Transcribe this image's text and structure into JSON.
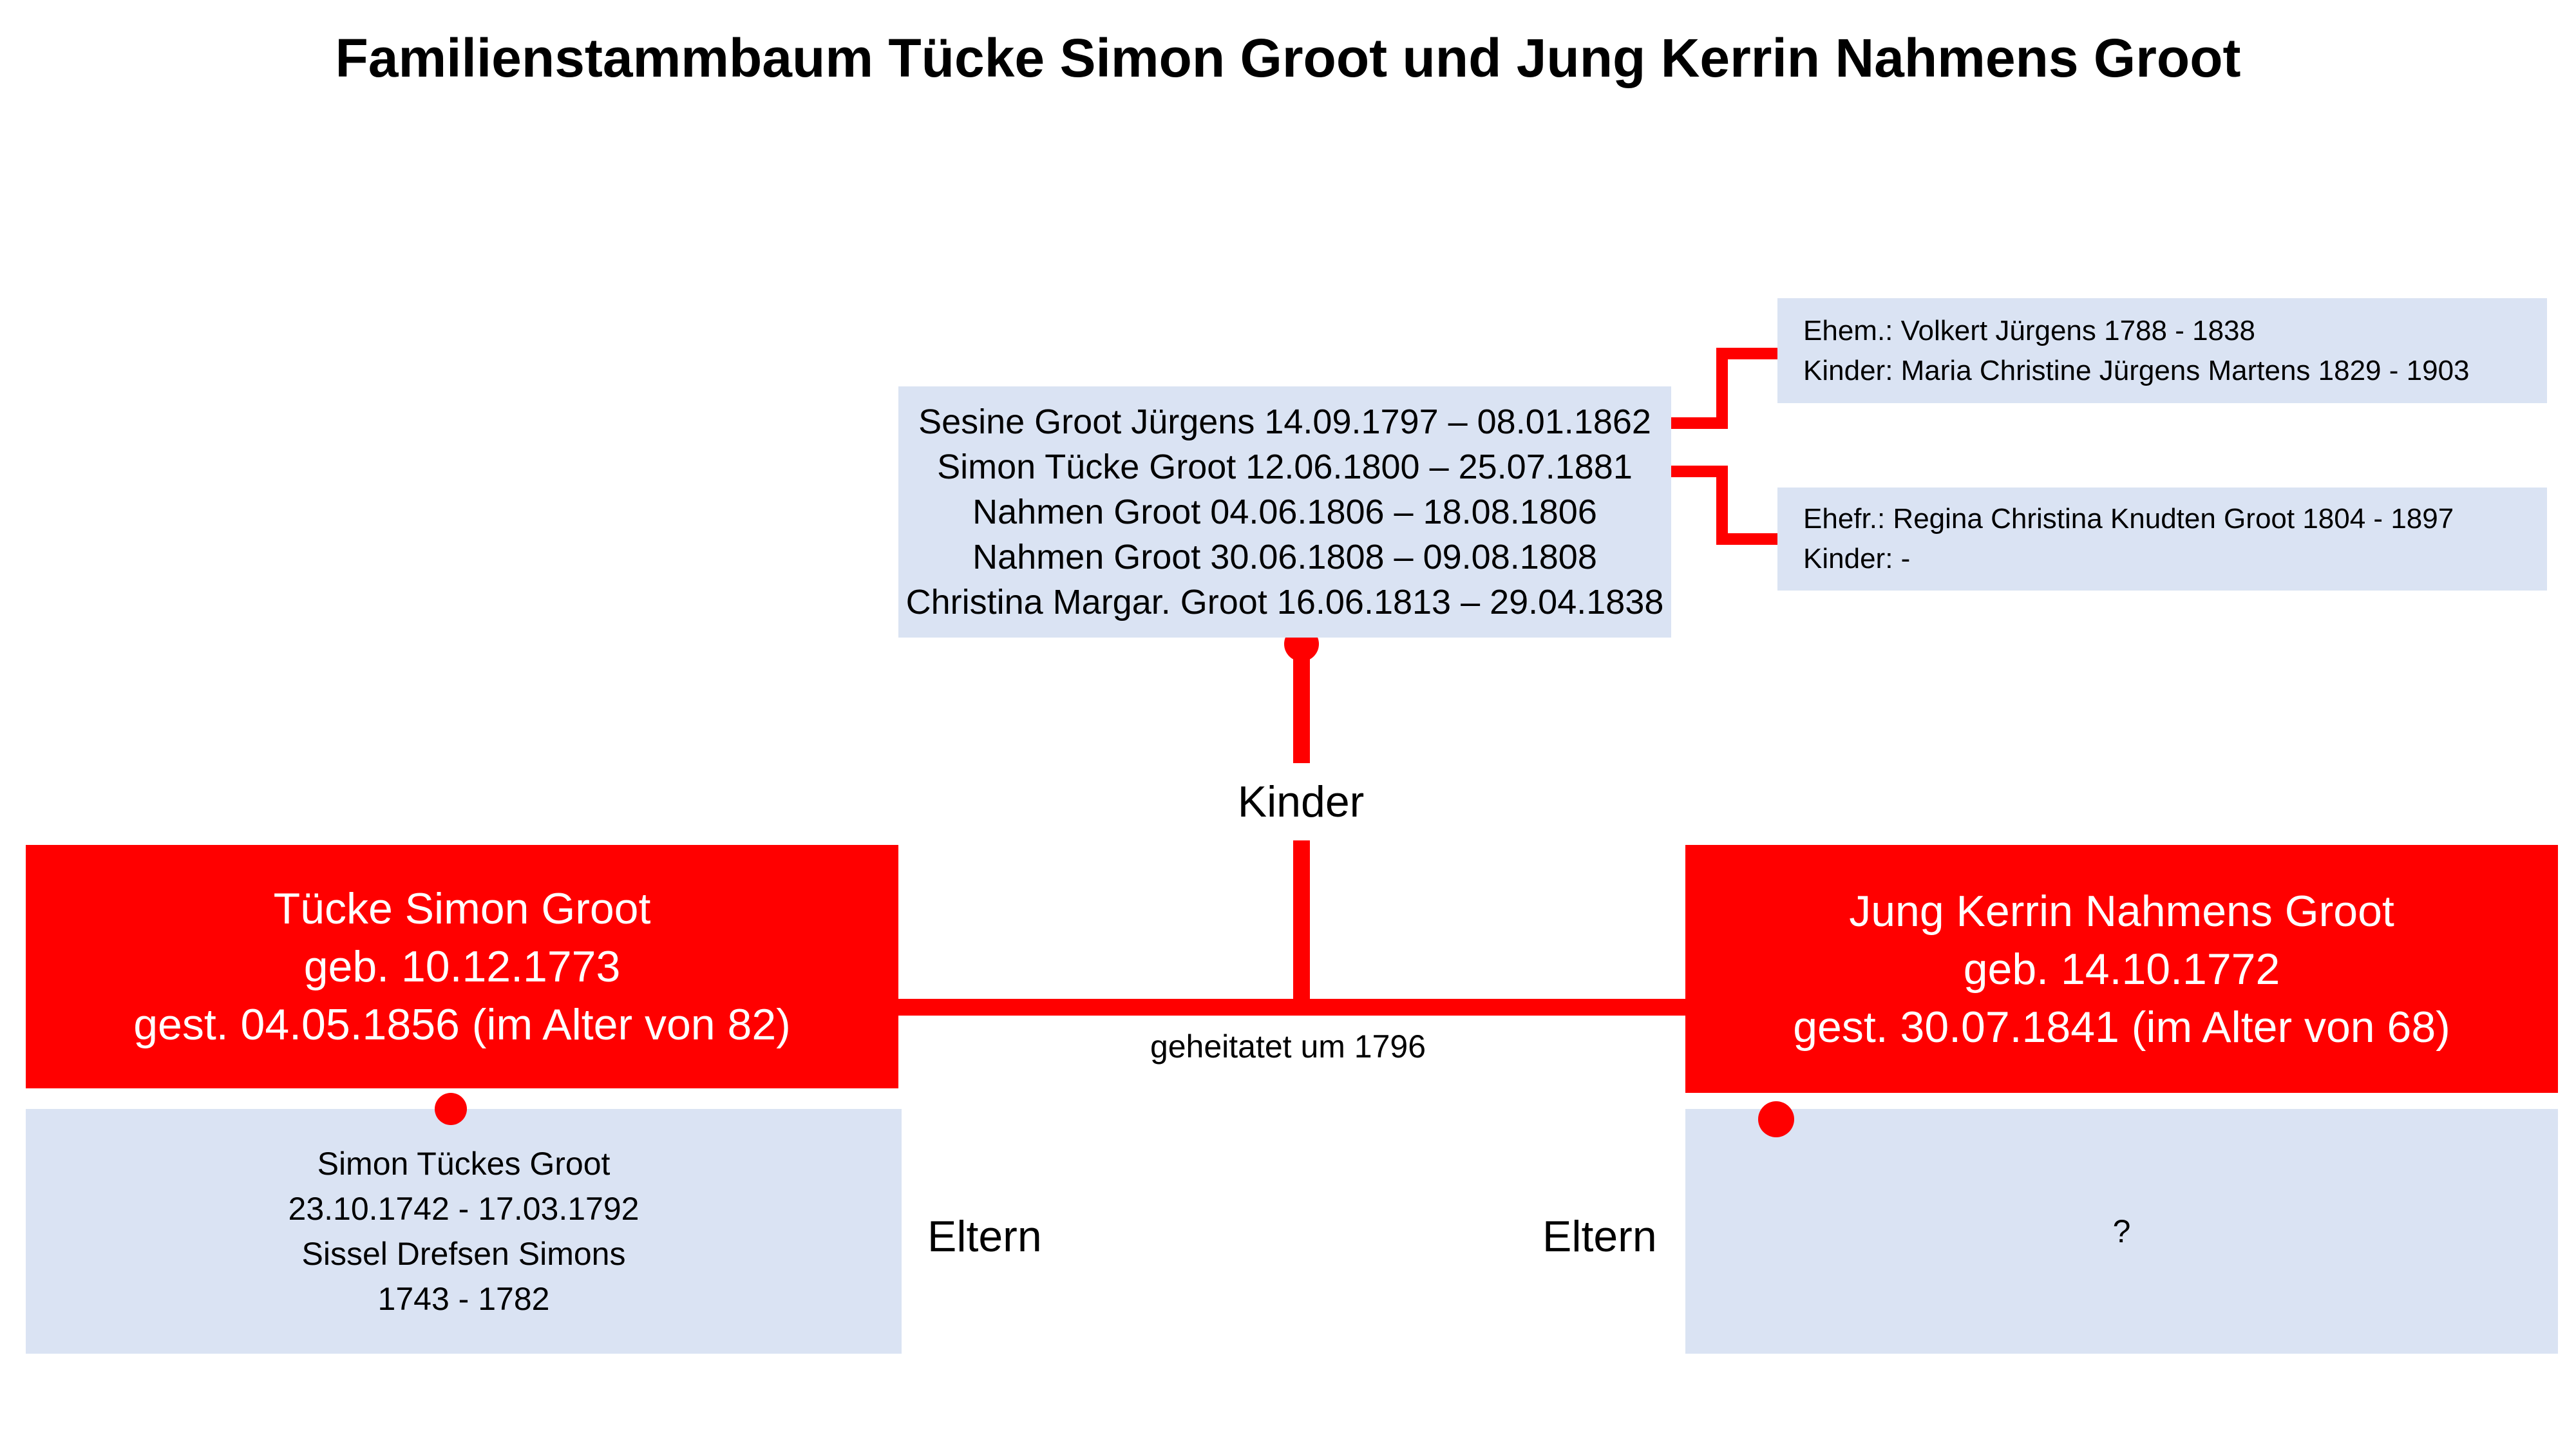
{
  "title": "Familienstammbaum Tücke Simon Groot und Jung Kerrin Nahmens Groot",
  "colors": {
    "line": "#ff0000",
    "person_box": "#ff0000",
    "info_box": "#dae3f3"
  },
  "husband": {
    "name": "Tücke Simon Groot",
    "born": "geb. 10.12.1773",
    "died": "gest. 04.05.1856 (im Alter von 82)"
  },
  "wife": {
    "name": "Jung Kerrin Nahmens Groot",
    "born": "geb. 14.10.1772",
    "died": "gest. 30.07.1841 (im Alter von 68)"
  },
  "marriage_label": "geheitatet um 1796",
  "children_label": "Kinder",
  "children": [
    "Sesine Groot Jürgens 14.09.1797 – 08.01.1862",
    "Simon Tücke Groot 12.06.1800 – 25.07.1881",
    "Nahmen Groot 04.06.1806 – 18.08.1806",
    "Nahmen Groot 30.06.1808 – 09.08.1808",
    "Christina Margar. Groot 16.06.1813 – 29.04.1838"
  ],
  "spouse_info": [
    {
      "spouse": "Ehem.: Volkert Jürgens 1788 - 1838",
      "children": "Kinder: Maria Christine Jürgens Martens 1829 - 1903"
    },
    {
      "spouse": "Ehefr.: Regina Christina Knudten Groot 1804 - 1897",
      "children": "Kinder: -"
    }
  ],
  "husband_parents": {
    "label": "Eltern",
    "lines": [
      "Simon Tückes Groot",
      "23.10.1742 - 17.03.1792",
      "Sissel Drefsen Simons",
      "1743 - 1782"
    ]
  },
  "wife_parents": {
    "label": "Eltern",
    "lines": [
      "?"
    ]
  }
}
